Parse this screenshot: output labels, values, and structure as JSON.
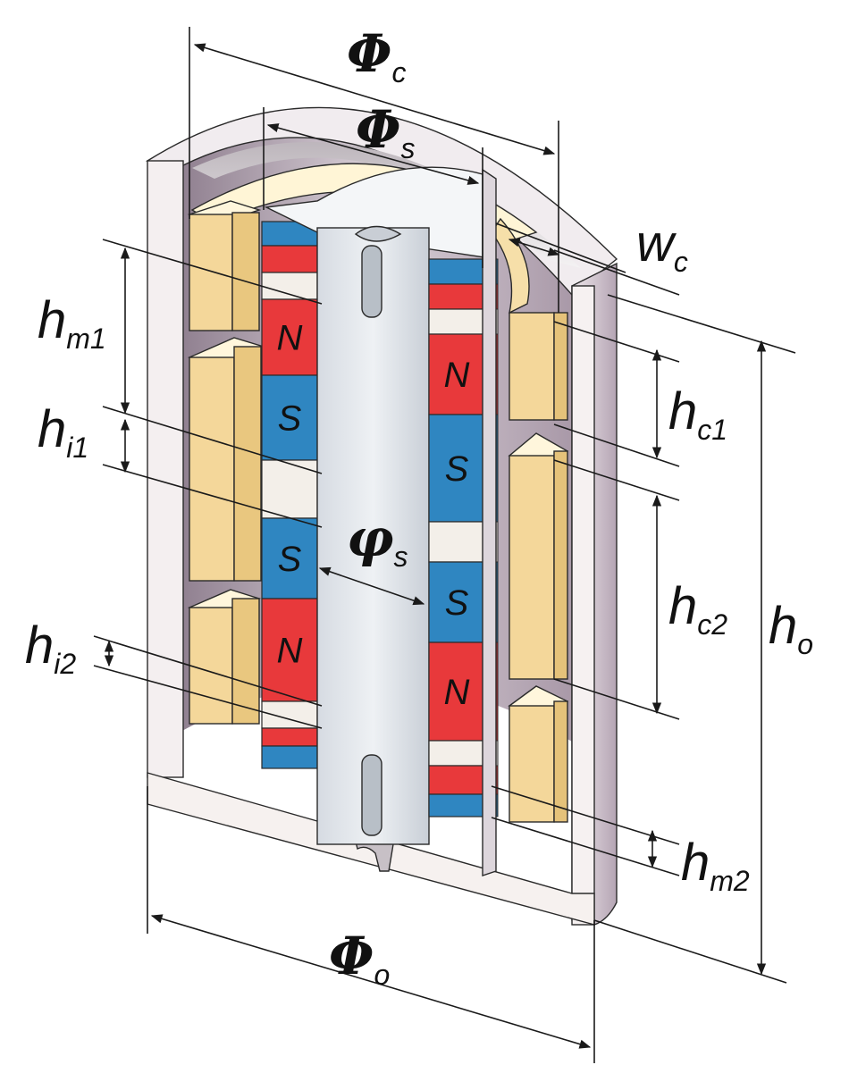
{
  "colors": {
    "casing": "#f2eeee",
    "casing_inner": "#b8a9b7",
    "coil": "#f4d79a",
    "coil_top": "#fff7dc",
    "magnet_north": "#e8393b",
    "magnet_south": "#2f86c1",
    "spacer": "#f3efe9",
    "shaft": "#dfe4ea"
  },
  "poles": {
    "north": "N",
    "south": "S"
  },
  "dimensions": {
    "phi_c": {
      "sym": "Φ",
      "sub": "c"
    },
    "phi_s_top": {
      "sym": "Φ",
      "sub": "s"
    },
    "phi_s_mid": {
      "sym": "φ",
      "sub": "s"
    },
    "phi_o": {
      "sym": "Φ",
      "sub": "o"
    },
    "w_c": {
      "sym": "w",
      "sub": "c"
    },
    "h_m1": {
      "sym": "h",
      "sub": "m1"
    },
    "h_i1": {
      "sym": "h",
      "sub": "i1"
    },
    "h_i2": {
      "sym": "h",
      "sub": "i2"
    },
    "h_c1": {
      "sym": "h",
      "sub": "c1"
    },
    "h_c2": {
      "sym": "h",
      "sub": "c2"
    },
    "h_o": {
      "sym": "h",
      "sub": "o"
    },
    "h_m2": {
      "sym": "h",
      "sub": "m2"
    }
  }
}
